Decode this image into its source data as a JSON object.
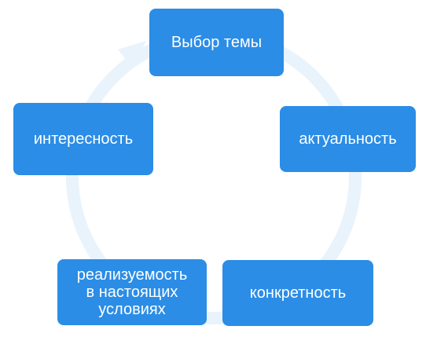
{
  "diagram": {
    "type": "cycle",
    "colors": {
      "node_fill": "#2b8de6",
      "node_text": "#ffffff",
      "ring": "#e9f3fc"
    },
    "nodes": [
      {
        "id": "top",
        "label": "Выбор темы"
      },
      {
        "id": "right",
        "label": "актуальность"
      },
      {
        "id": "bottom-right",
        "label": "конкретность"
      },
      {
        "id": "bottom-left",
        "label": "реализуемость\nв настоящих\nусловиях"
      },
      {
        "id": "left",
        "label": "интересность"
      }
    ]
  }
}
